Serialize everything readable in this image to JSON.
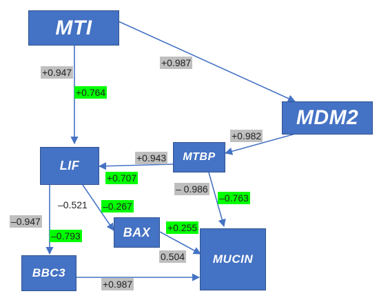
{
  "nodes": {
    "mti": "MTI",
    "mdm2": "MDM2",
    "mtbp": "MTBP",
    "lif": "LIF",
    "bax": "BAX",
    "bbc3": "BBC3",
    "mucin": "MUCIN"
  },
  "edges": {
    "mti_lif_1": "+0.947",
    "mti_lif_2": "+0.764",
    "mti_mdm2": "+0.987",
    "mdm2_mtbp": "+0.982",
    "mtbp_lif_1": "+0.943",
    "mtbp_lif_2": "+0.707",
    "mtbp_mucin_1": "– 0.986",
    "mtbp_mucin_2": "–0.763",
    "lif_bax_1": "–0.521",
    "lif_bax_2": "–0.267",
    "lif_bbc3_1": "–0.947",
    "lif_bbc3_2": "–0.793",
    "bax_mucin_1": "+0.255",
    "bax_mucin_2": "0.504",
    "bbc3_mucin": "+0.987"
  },
  "colors": {
    "node_fill": "#4472c4",
    "arrow": "#4472c4",
    "label_gray": "#bfbfbf",
    "label_green": "#00ff00"
  }
}
